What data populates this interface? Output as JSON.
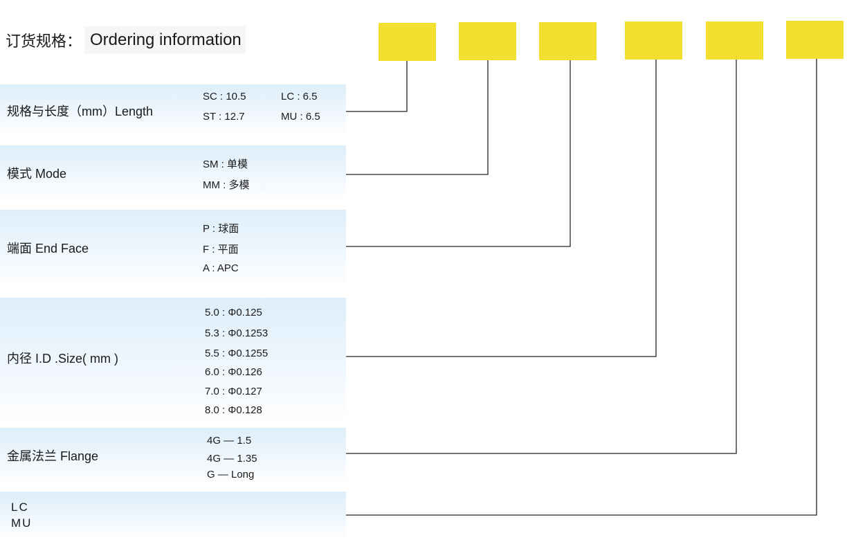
{
  "title": {
    "zh": "订货规格：",
    "en": "Ordering information"
  },
  "colors": {
    "box": "#f2df2f",
    "row_top": "#ddeefa",
    "line": "#222222"
  },
  "rows": [
    {
      "label": "规格与长度（mm）Length",
      "options": [
        "SC : 10.5",
        "LC : 6.5",
        "ST : 12.7",
        "MU : 6.5"
      ]
    },
    {
      "label": "模式 Mode",
      "options": [
        "SM : 单模",
        "MM : 多模"
      ]
    },
    {
      "label": "端面 End Face",
      "options": [
        "P : 球面",
        "F : 平面",
        "A : APC"
      ]
    },
    {
      "label": "内径 I.D .Size( mm )",
      "options": [
        "5.0 : Φ0.125",
        "5.3 : Φ0.1253",
        "5.5 : Φ0.1255",
        "6.0 : Φ0.126",
        "7.0 : Φ0.127",
        "8.0 : Φ0.128"
      ]
    },
    {
      "label": "金属法兰 Flange",
      "options": [
        "4G — 1.5",
        "4G — 1.35",
        "G — Long"
      ]
    },
    {
      "label_lines": [
        "LC",
        "MU"
      ]
    }
  ]
}
